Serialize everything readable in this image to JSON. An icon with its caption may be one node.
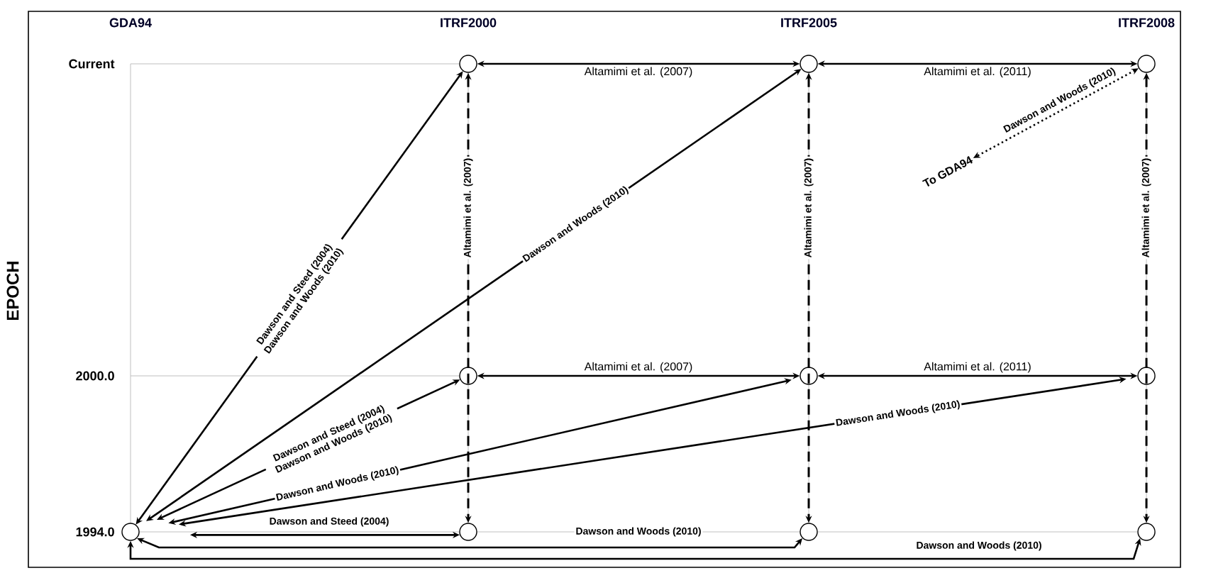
{
  "diagram": {
    "nodes": [
      {
        "text": [],
        "shape": "circle"
      },
      {
        "text": [],
        "shape": "circle"
      },
      {
        "text": [],
        "shape": "circle"
      },
      {
        "text": [],
        "shape": "circle"
      },
      {
        "text": [],
        "shape": "circle"
      },
      {
        "text": [],
        "shape": "circle"
      },
      {
        "text": [],
        "shape": "circle"
      },
      {
        "text": [],
        "shape": "circle"
      },
      {
        "text": [],
        "shape": "circle"
      },
      {
        "text": [],
        "shape": "circle"
      },
      {
        "text": [
          "To GDA94"
        ]
      }
    ],
    "edges": [
      {
        "from": 6,
        "to": 0,
        "arrow": "both",
        "label": "Dawson and Steed (2004) Dawson and Woods (2010)"
      },
      {
        "from": 6,
        "to": 1,
        "arrow": "both",
        "label": "Dawson and Woods (2010)"
      },
      {
        "from": 6,
        "to": 3,
        "arrow": "both",
        "label": "Dawson and Steed (2004) Dawson and Woods (2010)"
      },
      {
        "from": 6,
        "to": 4,
        "arrow": "both",
        "label": "Dawson and Woods (2010)"
      },
      {
        "from": 6,
        "to": 5,
        "arrow": "both",
        "label": "Dawson and Woods (2010)"
      },
      {
        "from": 6,
        "to": 7,
        "arrow": "both",
        "label": "Dawson and Steed (2004)"
      },
      {
        "from": 6,
        "to": 8,
        "arrow": "both",
        "label": "Dawson and Woods (2010)"
      },
      {
        "from": 6,
        "to": 9,
        "arrow": "both",
        "label": "Dawson and Woods (2010)"
      },
      {
        "from": 0,
        "to": 1,
        "arrow": "both",
        "label": "Altamimi et al. (2007)"
      },
      {
        "from": 1,
        "to": 2,
        "arrow": "both",
        "label": "Altamimi et al. (2011)"
      },
      {
        "from": 3,
        "to": 4,
        "arrow": "both",
        "label": "Altamimi et al. (2007)"
      },
      {
        "from": 4,
        "to": 5,
        "arrow": "both",
        "label": "Altamimi et al. (2011)"
      },
      {
        "from": 0,
        "to": 7,
        "arrow": "both",
        "label": "Altamimi et al. (2007)",
        "style": "dashed"
      },
      {
        "from": 1,
        "to": 8,
        "arrow": "both",
        "label": "Altamimi et al. (2007)",
        "style": "dashed"
      },
      {
        "from": 2,
        "to": 9,
        "arrow": "both",
        "label": "Altamimi et al. (2007)",
        "style": "dashed"
      },
      {
        "from": 2,
        "to": 10,
        "arrow": "both",
        "label": "Dawson and Woods (2010)",
        "style": "dashed"
      }
    ],
    "labels": [
      "GDA94",
      "ITRF2000",
      "ITRF2005",
      "ITRF2008",
      "Current",
      "2000.0",
      "1994.0",
      "EPOCH"
    ]
  }
}
